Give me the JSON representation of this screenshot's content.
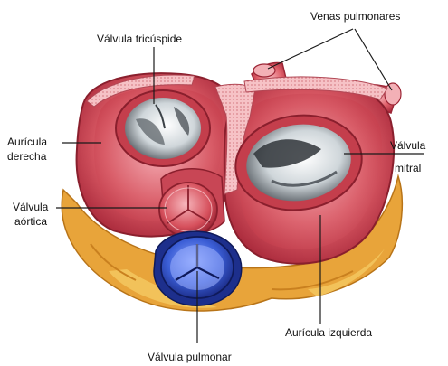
{
  "labels": {
    "venas_pulmonares": "Venas pulmonares",
    "valvula_tricuspide": "Válvula tricúspide",
    "auricula_derecha_line1": "Aurícula",
    "auricula_derecha_line2": "derecha",
    "valvula_mitral_line1": "Válvula",
    "valvula_mitral_line2": "mitral",
    "valvula_aortica_line1": "Válvula",
    "valvula_aortica_line2": "aórtica",
    "auricula_izquierda": "Aurícula izquierda",
    "valvula_pulmonar": "Válvula pulmonar"
  },
  "colors": {
    "atrium_wall": "#d9505a",
    "atrium_wall_light": "#f0a0a8",
    "fat_tissue": "#e8a43a",
    "valve_lumen": "#eef2f4",
    "pulmonary_valve": "#2a4cc0",
    "leader_line": "#1a1a1a"
  }
}
